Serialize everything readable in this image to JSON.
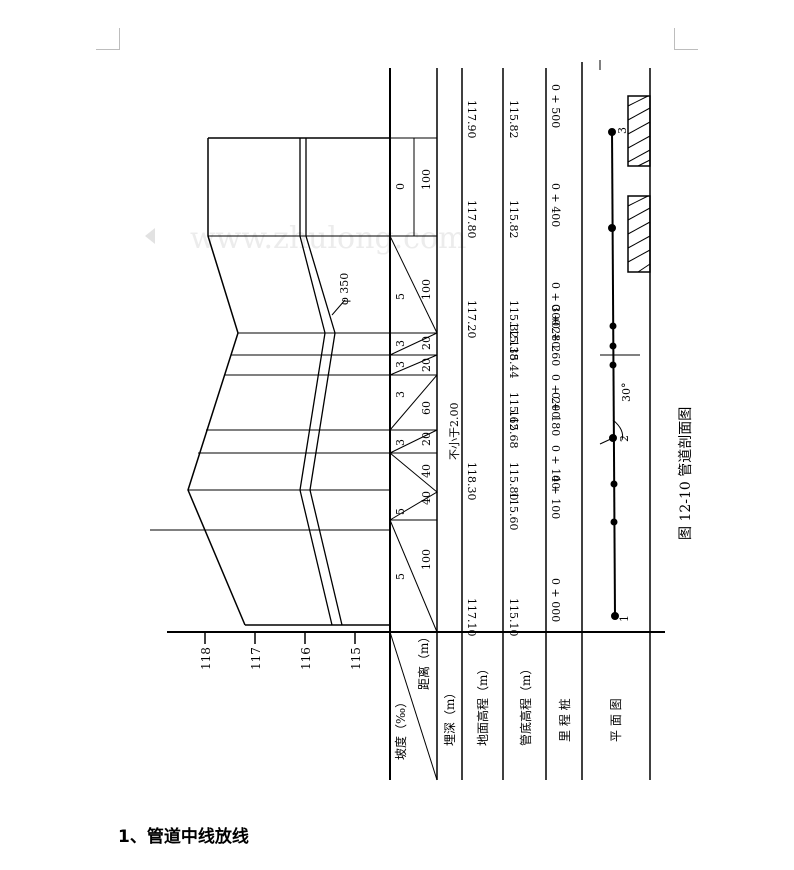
{
  "page": {
    "heading": "1、管道中线放线"
  },
  "figure": {
    "caption": "图  12-10    管道剖面图",
    "watermark": "www.zhulong.com",
    "y_ticks": [
      "118",
      "117",
      "116",
      "115"
    ],
    "row_labels": {
      "slope": "坡度（‰）",
      "distance": "距离（m）",
      "depth": "埋深（m）",
      "ground": "地面高程（m）",
      "invert": "管底高程（m）",
      "chainage": "里  程  桩",
      "plan": "平  面  图"
    },
    "pipe_label": "φ 350",
    "depth_note": "不小于2.00",
    "angle_label": "30°",
    "slopes": [
      "5",
      "5",
      "3",
      "3",
      "3",
      "3",
      "5",
      "0"
    ],
    "distances": [
      "100",
      "40",
      "40",
      "20",
      "60",
      "20",
      "20",
      "100",
      "100"
    ],
    "stations": [
      {
        "chainage": "0 + 000",
        "invert": "115.10",
        "ground": "117.10"
      },
      {
        "chainage": "0 + 100",
        "invert": "115.60",
        "ground": ""
      },
      {
        "chainage": "0 + 140",
        "invert": "115.80",
        "ground": "118.30"
      },
      {
        "chainage": "0 + 180",
        "invert": "115.68",
        "ground": ""
      },
      {
        "chainage": "0 + 200",
        "invert": "115.62",
        "ground": ""
      },
      {
        "chainage": "0 + 260",
        "invert": "115.44",
        "ground": ""
      },
      {
        "chainage": "0 + 280",
        "invert": "115.38",
        "ground": ""
      },
      {
        "chainage": "0 + 300",
        "invert": "115.32",
        "ground": "117.20"
      },
      {
        "chainage": "0 + 400",
        "invert": "115.82",
        "ground": "117.80"
      },
      {
        "chainage": "0 + 500",
        "invert": "115.82",
        "ground": "117.90"
      }
    ],
    "manholes": [
      "1",
      "2",
      "3"
    ]
  }
}
